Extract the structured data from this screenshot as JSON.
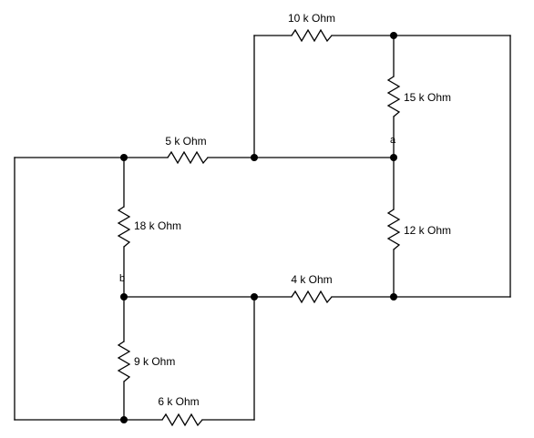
{
  "resistors": {
    "r10k": "10 k Ohm",
    "r15k": "15 k Ohm",
    "r5k": "5 k Ohm",
    "r18k": "18 k Ohm",
    "r12k": "12 k Ohm",
    "r4k": "4 k Ohm",
    "r9k": "9 k Ohm",
    "r6k": "6 k Ohm"
  },
  "nodes": {
    "a": "a",
    "b": "b"
  },
  "colors": {
    "wire": "#000000",
    "background": "#ffffff"
  }
}
